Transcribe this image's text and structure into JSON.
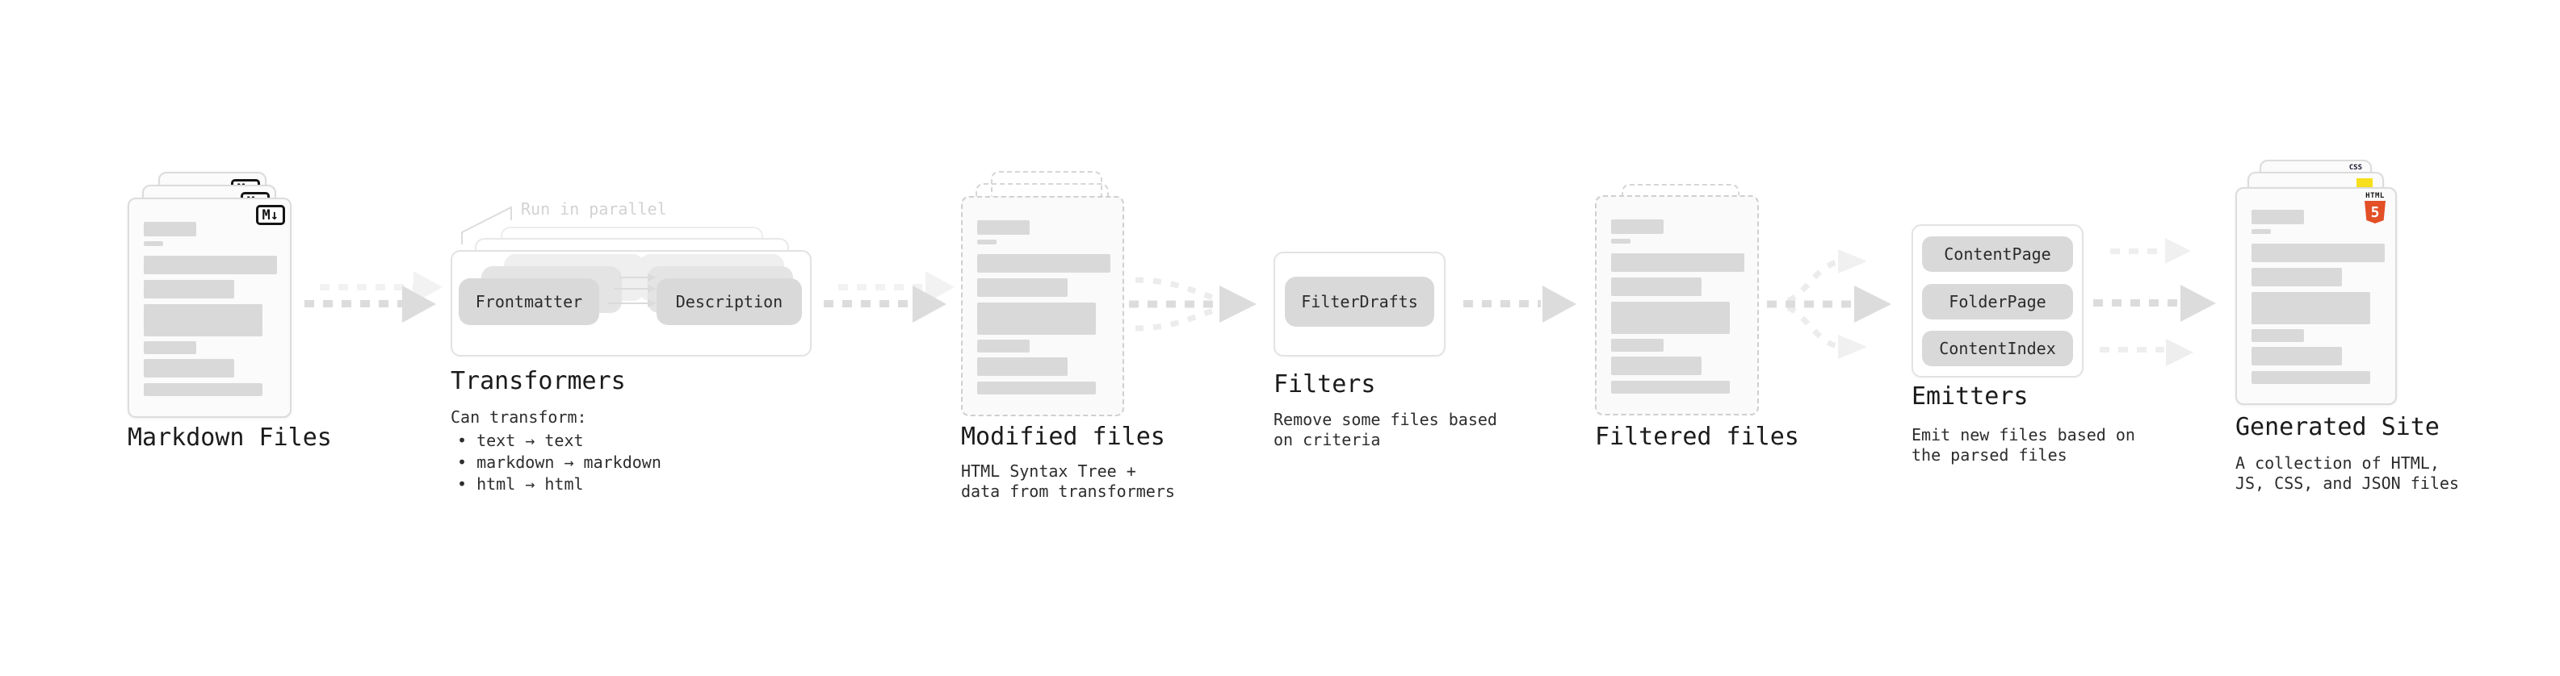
{
  "colors": {
    "accent_html5": "#e34f26",
    "accent_js": "#f7df1e",
    "accent_css": "#2965f1",
    "chip_gray": "#d9d9d9",
    "arrow_gray": "#dcdcdc",
    "arrow_light": "#eeeeee"
  },
  "stages": {
    "markdown": {
      "label": "Markdown Files",
      "icon": "M↓"
    },
    "transformers": {
      "label": "Transformers",
      "annotation": "Run in parallel",
      "chips": [
        "Frontmatter",
        "Description"
      ],
      "caption_title": "Can transform:",
      "bullets": [
        "• text → text",
        "• markdown → markdown",
        "• html → html"
      ]
    },
    "modified": {
      "label": "Modified files",
      "caption": "HTML Syntax Tree +\ndata from transformers"
    },
    "filters": {
      "label": "Filters",
      "chips": [
        "FilterDrafts"
      ],
      "caption": "Remove some files based\non criteria"
    },
    "filtered": {
      "label": "Filtered files"
    },
    "emitters": {
      "label": "Emitters",
      "chips": [
        "ContentPage",
        "FolderPage",
        "ContentIndex"
      ],
      "caption": "Emit new files based on\nthe parsed files"
    },
    "generated": {
      "label": "Generated Site",
      "caption": "A collection of HTML,\nJS, CSS, and JSON files",
      "file_badges": {
        "css": "CSS",
        "html_word": "HTML",
        "html_number": "5"
      }
    }
  }
}
